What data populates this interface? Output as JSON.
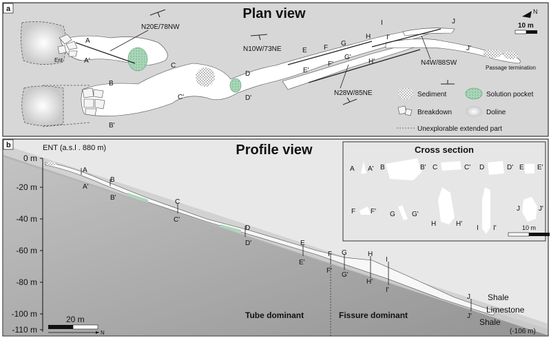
{
  "panel_a": {
    "tag": "a",
    "title": "Plan view",
    "scale_label": "10 m",
    "north_label": "N",
    "entrance_label": "Ent",
    "strikes": [
      "N20E/78NW",
      "N10W/73NE",
      "N28W/85NE",
      "N4W/88SW"
    ],
    "termination_label": "Passage termination",
    "stations": {
      "A": "A",
      "A_": "A'",
      "B": "B",
      "B_": "B'",
      "C": "C",
      "C_": "C'",
      "D": "D",
      "D_": "D'",
      "E": "E",
      "E_": "E'",
      "F": "F",
      "F_": "F'",
      "G": "G",
      "G_": "G'",
      "H": "H",
      "H_": "H'",
      "I": "I",
      "I_": "I'",
      "J": "J",
      "J_": "J'"
    },
    "legend": {
      "sediment": "Sediment",
      "solution_pocket": "Solution pocket",
      "breakdown": "Breakdown",
      "doline": "Doline",
      "unexplorable": "Unexplorable extended part"
    },
    "colors": {
      "panel": "#d7d7d7",
      "cave": "#ffffff",
      "solution": "#a9d6b8",
      "border": "#333333"
    }
  },
  "panel_b": {
    "tag": "b",
    "title": "Profile view",
    "entrance_label": "ENT (a.s.l . 880 m)",
    "depth_ticks": [
      "0 m",
      "-20 m",
      "-40 m",
      "-60 m",
      "-80 m",
      "-100 m",
      "-110 m"
    ],
    "stations": {
      "A": "A",
      "A_": "A'",
      "B": "B",
      "B_": "B'",
      "C": "C",
      "C_": "C'",
      "D": "D",
      "D_": "D'",
      "E": "E",
      "E_": "E'",
      "F": "F",
      "F_": "F'",
      "G": "G",
      "G_": "G'",
      "H": "H",
      "H_": "H'",
      "I": "I",
      "I_": "I'",
      "J": "J",
      "J_": "J'"
    },
    "zones": {
      "tube": "Tube dominant",
      "fissure": "Fissure dominant"
    },
    "strata": {
      "shale_top": "Shale",
      "limestone": "Limestone",
      "shale_bottom": "Shale"
    },
    "bottom_depth": "(-106 m)",
    "scale_label": "20 m",
    "north_label": "N",
    "colors": {
      "light": "#e6e6e6",
      "dark": "#8a8a8a",
      "slab": "#c8c8c8"
    }
  },
  "cross_section": {
    "title": "Cross section",
    "scale_label": "10 m",
    "labels": {
      "A": "A",
      "A_": "A'",
      "B": "B",
      "B_": "B'",
      "C": "C",
      "C_": "C'",
      "D": "D",
      "D_": "D'",
      "E": "E",
      "E_": "E'",
      "F": "F",
      "F_": "F'",
      "G": "G",
      "G_": "G'",
      "H": "H",
      "H_": "H'",
      "I": "I",
      "I_": "I'",
      "J": "J",
      "J_": "J'"
    }
  }
}
